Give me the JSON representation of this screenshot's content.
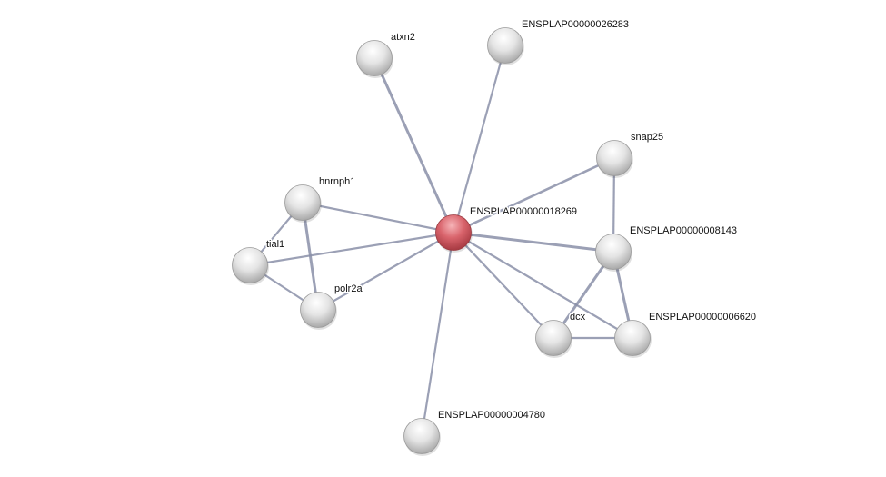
{
  "network": {
    "query_node": "ENSPLAP00000018269",
    "colors": {
      "query": "#e0737a",
      "node": "#e6e6e6",
      "edge": "#8a8fa8"
    },
    "nodes": [
      {
        "id": "center",
        "label": "ENSPLAP00000018269"
      },
      {
        "id": "atxn2",
        "label": "atxn2"
      },
      {
        "id": "p26283",
        "label": "ENSPLAP00000026283"
      },
      {
        "id": "snap25",
        "label": "snap25"
      },
      {
        "id": "p8143",
        "label": "ENSPLAP00000008143"
      },
      {
        "id": "p6620",
        "label": "ENSPLAP00000006620"
      },
      {
        "id": "dcx",
        "label": "dcx"
      },
      {
        "id": "p4780",
        "label": "ENSPLAP00000004780"
      },
      {
        "id": "hnrnph1",
        "label": "hnrnph1"
      },
      {
        "id": "tial1",
        "label": "tial1"
      },
      {
        "id": "polr2a",
        "label": "polr2a"
      }
    ],
    "edges": [
      [
        "center",
        "atxn2"
      ],
      [
        "center",
        "p26283"
      ],
      [
        "center",
        "snap25"
      ],
      [
        "center",
        "p8143"
      ],
      [
        "center",
        "p6620"
      ],
      [
        "center",
        "dcx"
      ],
      [
        "center",
        "p4780"
      ],
      [
        "center",
        "hnrnph1"
      ],
      [
        "center",
        "tial1"
      ],
      [
        "center",
        "polr2a"
      ],
      [
        "snap25",
        "p8143"
      ],
      [
        "p8143",
        "dcx"
      ],
      [
        "p8143",
        "p6620"
      ],
      [
        "dcx",
        "p6620"
      ],
      [
        "hnrnph1",
        "tial1"
      ],
      [
        "hnrnph1",
        "polr2a"
      ],
      [
        "tial1",
        "polr2a"
      ]
    ]
  }
}
